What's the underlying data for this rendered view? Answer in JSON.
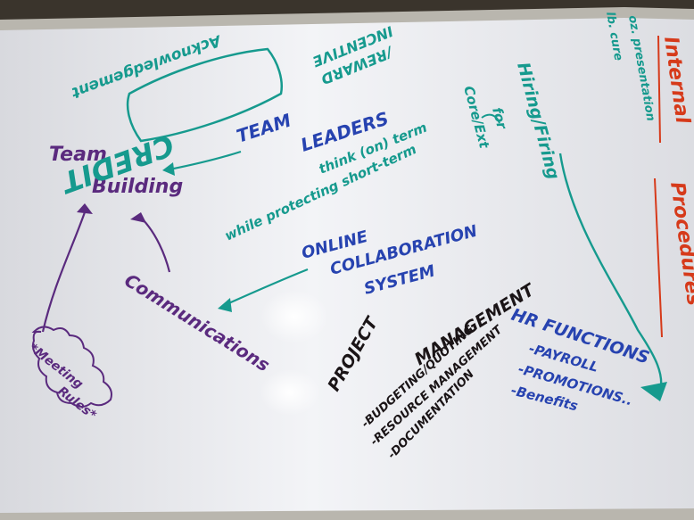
{
  "colors": {
    "board": "#eeeff3",
    "frame": "#b9b6ae",
    "wall": "#3a342c",
    "purple": "#5a2a7e",
    "teal": "#169a8e",
    "blue": "#2743b0",
    "red": "#d63a1a",
    "black": "#1a1416"
  },
  "board": {
    "team_building": [
      "Team",
      "Building"
    ],
    "meeting_rules": [
      "*Meeting",
      "Rules*"
    ],
    "communications": "Communications",
    "credit": "CREDIT",
    "acknowledgement": "Acknowledgement",
    "incentive": [
      "INCENTIVE",
      "/REWARD"
    ],
    "team_leaders": [
      "TEAM",
      "LEADERS"
    ],
    "think": [
      "think (on) term",
      "while protecting short-term"
    ],
    "online_collab": [
      "ONLINE",
      "COLLABORATION",
      "SYSTEM"
    ],
    "hiring_firing": [
      "Hiring/Firing",
      "for",
      "Core/Ext"
    ],
    "internal_procedures": [
      "Internal",
      "Procedures"
    ],
    "oz_presentation": [
      "oz. presentation",
      "lb. cure"
    ],
    "project_management": [
      "PROJECT",
      "MANAGEMENT"
    ],
    "pm_list": [
      "-BUDGETING/QUOTING",
      "-RESOURCE MANAGEMENT",
      "-DOCUMENTATION"
    ],
    "hr_functions": "HR FUNCTIONS",
    "hr_list": [
      "-PAYROLL",
      "-PROMOTIONS..",
      "-Benefits"
    ]
  }
}
